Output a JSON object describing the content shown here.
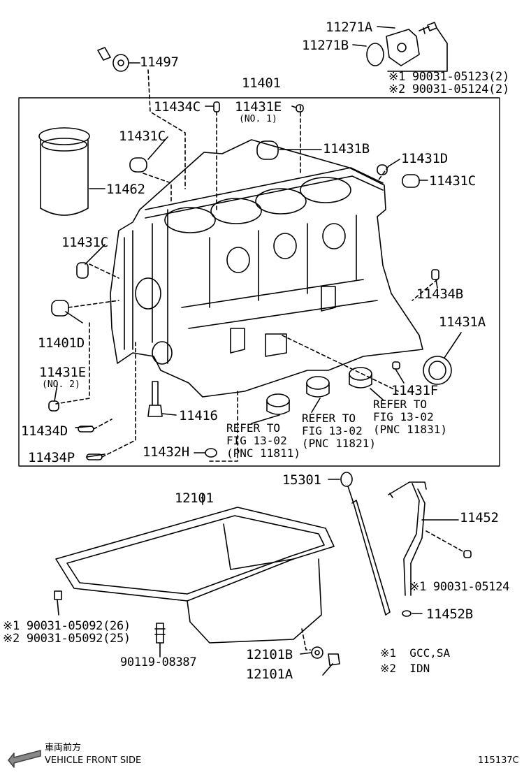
{
  "labels": {
    "p11271A": "11271A",
    "p11271B": "11271B",
    "p11497": "11497",
    "bolt_note_1": "※1 90031-05123(2)",
    "bolt_note_2": "※2 90031-05124(2)",
    "p11401": "11401",
    "p11434C": "11434C",
    "p11431E_top": "11431E",
    "no1": "(NO. 1)",
    "p11431C_a": "11431C",
    "p11431B": "11431B",
    "p11431D": "11431D",
    "p11431C_b": "11431C",
    "p11462": "11462",
    "p11431C_c": "11431C",
    "p11434B": "11434B",
    "p11431A": "11431A",
    "p11401D": "11401D",
    "p11431E_bot": "11431E",
    "no2": "(NO. 2)",
    "p11431F": "11431F",
    "ref_11831": "REFER TO\nFIG 13-02\n(PNC 11831)",
    "ref_11821": "REFER TO\nFIG 13-02\n(PNC 11821)",
    "ref_11811": "REFER TO\nFIG 13-02\n(PNC 11811)",
    "p11434D": "11434D",
    "p11416": "11416",
    "p11432H": "11432H",
    "p11434P": "11434P",
    "p15301": "15301",
    "p12101": "12101",
    "p11452": "11452",
    "bolt_note_3": "※1 90031-05124",
    "p11452B": "11452B",
    "pan_note_1": "※1 90031-05092(26)",
    "pan_note_2": "※2 90031-05092(25)",
    "p90119": "90119-08387",
    "p12101B": "12101B",
    "p12101A": "12101A",
    "legend_1": "※1  GCC,SA",
    "legend_2": "※2  IDN"
  },
  "footer": {
    "direction_jp": "車両前方",
    "direction_en": "VEHICLE FRONT SIDE",
    "figure_code": "115137C"
  }
}
